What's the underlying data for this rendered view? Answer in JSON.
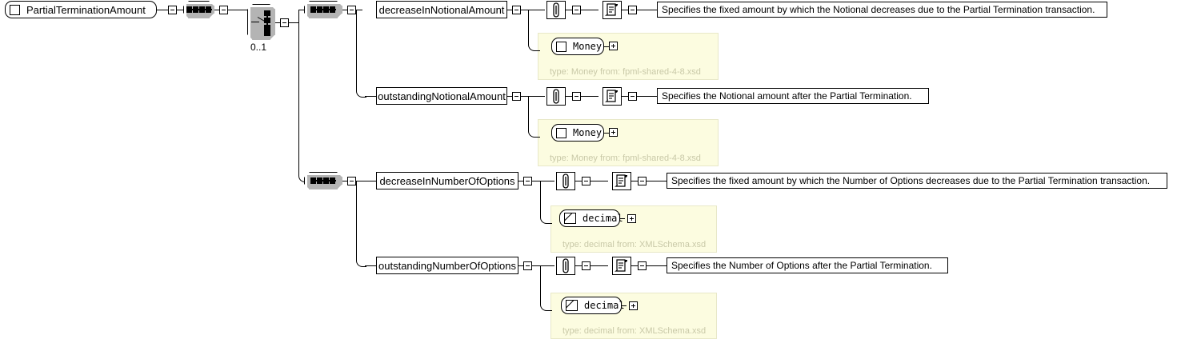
{
  "diagram": {
    "title": "PartialTerminationAmount",
    "kind": "xsd-schema-diagram",
    "background_color": "#ffffff",
    "type_panel_color": "#fcfce0",
    "type_panel_border_color": "#e8e8c8",
    "type_caption_color": "#c9c9a8",
    "shadow_color": "#b4b4b4"
  },
  "root": {
    "label": "PartialTerminationAmount",
    "glyph": "complex-type-square-icon",
    "toggle": "minus"
  },
  "compositors": [
    {
      "name": "sequence-1",
      "kind": "sequence",
      "glyph": "sequence-icon",
      "cardinality": "",
      "toggle": "minus"
    },
    {
      "name": "choice-1",
      "kind": "choice",
      "glyph": "choice-icon",
      "cardinality": "0..1",
      "toggle": "minus"
    },
    {
      "name": "sequence-2",
      "kind": "sequence",
      "glyph": "sequence-icon",
      "cardinality": "",
      "toggle": "minus"
    },
    {
      "name": "sequence-3",
      "kind": "sequence",
      "glyph": "sequence-icon",
      "cardinality": "",
      "toggle": "minus"
    }
  ],
  "rows": [
    {
      "element": "decreaseInNotionalAmount",
      "toggle": "minus",
      "attachment_icon": "paperclip-icon",
      "documentation_icon": "scroll-icon",
      "documentation": "Specifies the fixed amount by which the Notional decreases due to the Partial Termination transaction.",
      "type_box": {
        "label": "Money",
        "glyph": "complex-type-square-icon",
        "toggle": "plus",
        "caption": "type: Money from: fpml-shared-4-8.xsd"
      }
    },
    {
      "element": "outstandingNotionalAmount",
      "toggle": "minus",
      "attachment_icon": "paperclip-icon",
      "documentation_icon": "scroll-icon",
      "documentation": "Specifies the Notional amount after the Partial Termination.",
      "type_box": {
        "label": "Money",
        "glyph": "complex-type-square-icon",
        "toggle": "plus",
        "caption": "type: Money from: fpml-shared-4-8.xsd"
      }
    },
    {
      "element": "decreaseInNumberOfOptions",
      "toggle": "minus",
      "attachment_icon": "paperclip-icon",
      "documentation_icon": "scroll-icon",
      "documentation": "Specifies the fixed amount by which the Number of Options decreases due to the Partial Termination transaction.",
      "type_box": {
        "label": "decimal",
        "glyph": "simple-type-icon",
        "toggle": "plus",
        "caption": "type: decimal from: XMLSchema.xsd"
      }
    },
    {
      "element": "outstandingNumberOfOptions",
      "toggle": "minus",
      "attachment_icon": "paperclip-icon",
      "documentation_icon": "scroll-icon",
      "documentation": "Specifies the Number of Options after the Partial Termination.",
      "type_box": {
        "label": "decimal",
        "glyph": "simple-type-icon",
        "toggle": "plus",
        "caption": "type: decimal from: XMLSchema.xsd"
      }
    }
  ]
}
